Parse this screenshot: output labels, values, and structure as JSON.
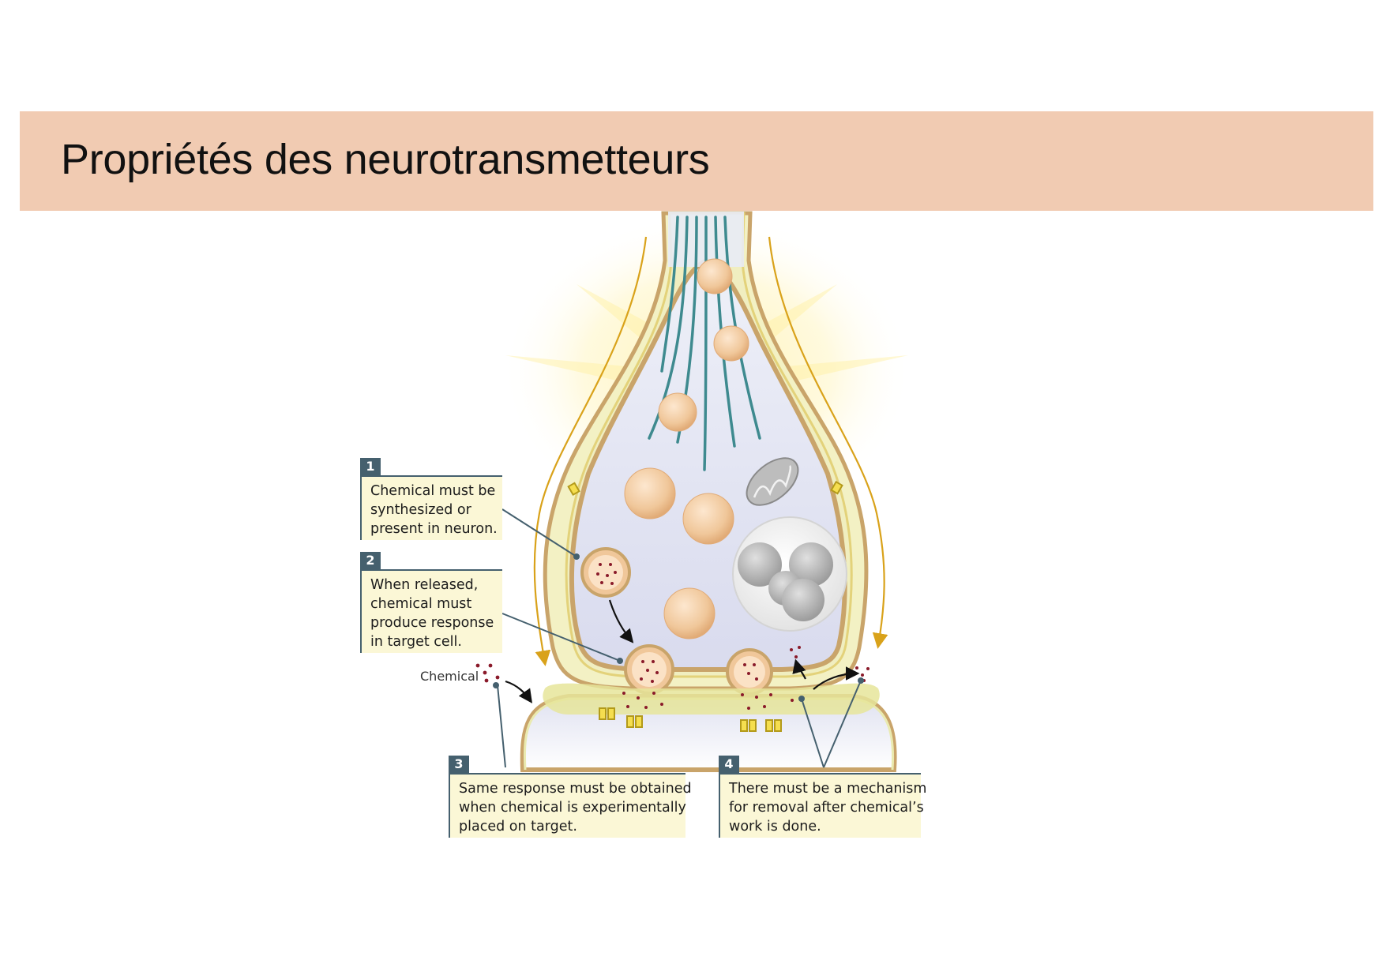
{
  "slide": {
    "title": "Propriétés des neurotransmetteurs"
  },
  "diagram": {
    "chemical_label": "Chemical",
    "callouts": [
      {
        "number": "1",
        "lines": [
          "Chemical must be",
          "synthesized or",
          "present in neuron."
        ]
      },
      {
        "number": "2",
        "lines": [
          "When released,",
          "chemical must",
          "produce response",
          "in target cell."
        ]
      },
      {
        "number": "3",
        "lines": [
          "Same response must be obtained",
          "when chemical is experimentally",
          "placed on target."
        ]
      },
      {
        "number": "4",
        "lines": [
          "There must be a mechanism",
          "for removal after chemical’s",
          "work is done."
        ]
      }
    ],
    "colors": {
      "title_bar": "#f1cbb2",
      "callout_bg": "#fbf7d6",
      "callout_accent": "#45606e",
      "membrane": "#c9a46a",
      "vesicle": "#f0c79a",
      "microtubule": "#3e8a8f",
      "neurotransmitter_dot": "#8a1a2a"
    }
  }
}
